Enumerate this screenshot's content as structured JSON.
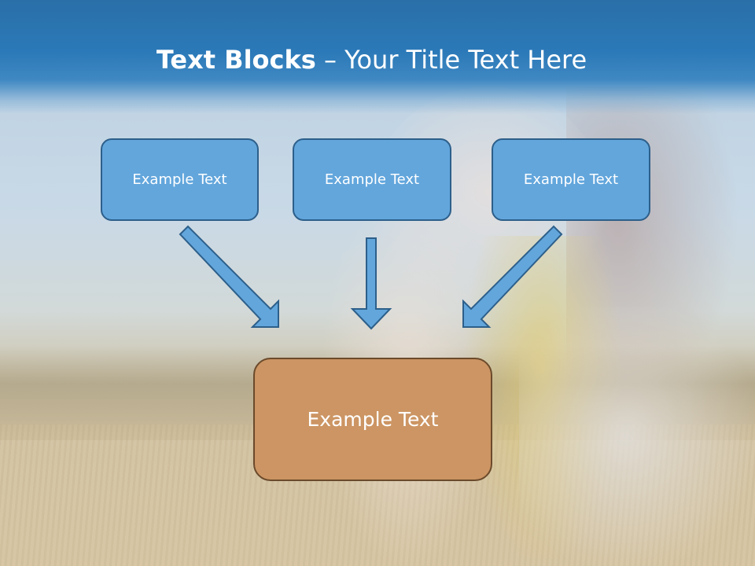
{
  "title": {
    "bold": "Text Blocks",
    "dash": " – ",
    "rest": "Your Title Text Here"
  },
  "top_boxes": [
    {
      "label": "Example Text"
    },
    {
      "label": "Example Text"
    },
    {
      "label": "Example Text"
    }
  ],
  "bottom_box": {
    "label": "Example Text"
  },
  "colors": {
    "header": "#2b79b8",
    "box_fill": "#62a6dc",
    "box_border": "#2d5f8a",
    "arrow_fill": "#62a6dc",
    "bottom_fill": "#cc9563",
    "bottom_border": "#6b4a2b"
  }
}
